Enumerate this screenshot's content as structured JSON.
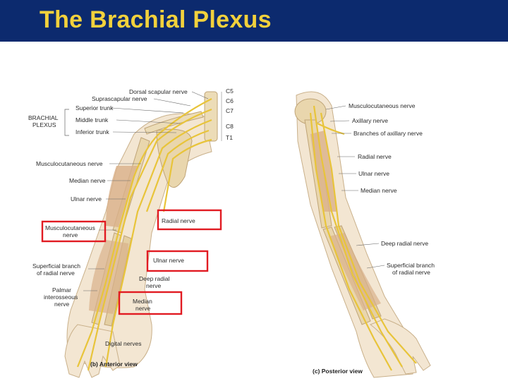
{
  "title": "The Brachial Plexus",
  "colors": {
    "header_bg": "#0c2a6e",
    "title_text": "#f2d13c",
    "highlight": "#e11b22",
    "nerve": "#e8c43a",
    "bone": "#e9d6ad",
    "muscle": "#d9b08a"
  },
  "anterior": {
    "view_label": "(b) Anterior view",
    "plexus_label": [
      "BRACHIAL",
      "PLEXUS"
    ],
    "roots": [
      "C5",
      "C6",
      "C7",
      "C8",
      "T1"
    ],
    "labels": {
      "dorsal_scapular": "Dorsal scapular nerve",
      "suprascapular": "Suprascapular nerve",
      "superior_trunk": "Superior trunk",
      "middle_trunk": "Middle trunk",
      "inferior_trunk": "Inferior trunk",
      "musculocutaneous_upper": "Musculocutaneous nerve",
      "median_upper": "Median nerve",
      "ulnar_upper": "Ulnar nerve",
      "radial": "Radial nerve",
      "musculocutaneous_lower": [
        "Musculocutaneous",
        "nerve"
      ],
      "superficial_branch": [
        "Superficial branch",
        "of radial nerve"
      ],
      "ulnar_lower": "Ulnar nerve",
      "deep_radial": [
        "Deep radial",
        "nerve"
      ],
      "palmar_interosseous": [
        "Palmar",
        "interosseous",
        "nerve"
      ],
      "median_lower": [
        "Median",
        "nerve"
      ],
      "digital": "Digital nerves"
    }
  },
  "posterior": {
    "view_label": "(c) Posterior view",
    "labels": {
      "musculocutaneous": "Musculocutaneous nerve",
      "axillary": "Axillary nerve",
      "branches_axillary": "Branches of axillary nerve",
      "radial": "Radial nerve",
      "ulnar": "Ulnar nerve",
      "median": "Median nerve",
      "deep_radial": "Deep radial nerve",
      "superficial_branch": [
        "Superficial branch",
        "of radial nerve"
      ]
    }
  }
}
